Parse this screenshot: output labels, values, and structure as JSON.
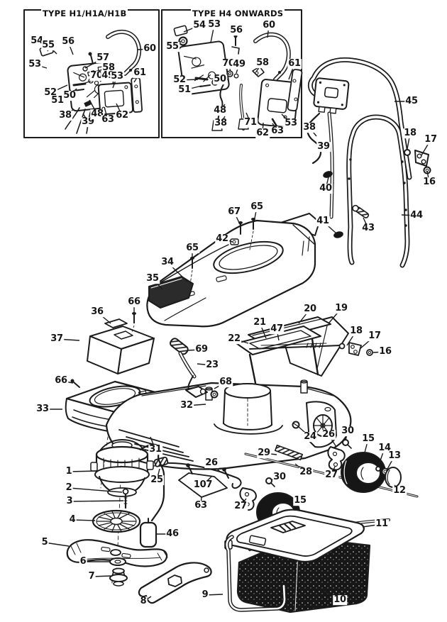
{
  "figure": {
    "type": "exploded-parts-diagram",
    "subject": "electric lawn mower parts diagram",
    "bg_color": "#ffffff",
    "ink_color": "#1b1b1b",
    "dark_fill": "#161616",
    "insets": [
      {
        "title": "TYPE H1/H1A/H1B"
      },
      {
        "title": "TYPE H4 ONWARDS"
      }
    ]
  },
  "callouts": [
    [
      "54",
      52,
      58,
      68,
      72
    ],
    [
      "55",
      68,
      64,
      80,
      76
    ],
    [
      "56",
      96,
      59,
      103,
      77
    ],
    [
      "53",
      49,
      91,
      66,
      96
    ],
    [
      "57",
      145,
      82,
      120,
      96
    ],
    [
      "58",
      153,
      96,
      126,
      103
    ],
    [
      "60",
      211,
      69,
      194,
      70
    ],
    [
      "70",
      136,
      107,
      128,
      113
    ],
    [
      "49",
      152,
      107,
      141,
      115
    ],
    [
      "53",
      165,
      108,
      159,
      124
    ],
    [
      "61",
      197,
      103,
      189,
      116
    ],
    [
      "52",
      71,
      131,
      95,
      120
    ],
    [
      "51",
      81,
      142,
      100,
      127
    ],
    [
      "50",
      98,
      135,
      108,
      125
    ],
    [
      "38",
      92,
      163,
      104,
      154
    ],
    [
      "39",
      124,
      172,
      117,
      160
    ],
    [
      "48",
      137,
      161,
      126,
      141
    ],
    [
      "63",
      152,
      169,
      147,
      151
    ],
    [
      "62",
      172,
      163,
      164,
      146
    ],
    [
      "54",
      281,
      36,
      259,
      45
    ],
    [
      "53",
      302,
      35,
      297,
      60
    ],
    [
      "56",
      333,
      43,
      332,
      58
    ],
    [
      "60",
      379,
      36,
      377,
      53
    ],
    [
      "55",
      243,
      66,
      256,
      58
    ],
    [
      "70",
      322,
      90,
      325,
      101
    ],
    [
      "49",
      337,
      91,
      333,
      103
    ],
    [
      "58",
      370,
      89,
      361,
      101
    ],
    [
      "61",
      415,
      90,
      407,
      112
    ],
    [
      "52",
      253,
      113,
      279,
      112
    ],
    [
      "51",
      260,
      127,
      284,
      121
    ],
    [
      "50",
      310,
      112,
      301,
      116
    ],
    [
      "48",
      310,
      156,
      317,
      147
    ],
    [
      "38",
      311,
      174,
      317,
      164
    ],
    [
      "71",
      353,
      173,
      347,
      159
    ],
    [
      "62",
      370,
      188,
      371,
      173
    ],
    [
      "63",
      391,
      185,
      384,
      174
    ],
    [
      "53",
      410,
      174,
      397,
      161
    ],
    [
      "45",
      580,
      143,
      556,
      143
    ],
    [
      "18",
      578,
      188,
      574,
      210
    ],
    [
      "17",
      607,
      197,
      594,
      219
    ],
    [
      "16",
      605,
      257,
      602,
      241
    ],
    [
      "38",
      436,
      180,
      446,
      192
    ],
    [
      "39",
      456,
      207,
      466,
      205
    ],
    [
      "40",
      459,
      266,
      463,
      250
    ],
    [
      "41",
      455,
      312,
      474,
      329
    ],
    [
      "43",
      519,
      322,
      512,
      307
    ],
    [
      "44",
      587,
      304,
      566,
      303
    ],
    [
      "67",
      330,
      299,
      339,
      318
    ],
    [
      "65",
      362,
      292,
      358,
      313
    ],
    [
      "42",
      313,
      337,
      328,
      341
    ],
    [
      "65",
      271,
      350,
      271,
      368
    ],
    [
      "34",
      236,
      370,
      264,
      397
    ],
    [
      "35",
      215,
      393,
      229,
      408
    ],
    [
      "66",
      189,
      426,
      189,
      444
    ],
    [
      "36",
      137,
      440,
      156,
      456
    ],
    [
      "37",
      80,
      478,
      112,
      480
    ],
    [
      "66",
      86,
      537,
      103,
      540
    ],
    [
      "33",
      60,
      577,
      88,
      577
    ],
    [
      "31",
      219,
      634,
      212,
      616
    ],
    [
      "20",
      437,
      436,
      421,
      456
    ],
    [
      "19",
      481,
      435,
      463,
      456
    ],
    [
      "18",
      502,
      467,
      489,
      487
    ],
    [
      "17",
      528,
      474,
      507,
      492
    ],
    [
      "16",
      543,
      496,
      526,
      497
    ],
    [
      "21",
      366,
      455,
      375,
      477
    ],
    [
      "47",
      390,
      464,
      393,
      480
    ],
    [
      "22",
      330,
      478,
      350,
      484
    ],
    [
      "69",
      284,
      493,
      264,
      494
    ],
    [
      "23",
      299,
      515,
      278,
      513
    ],
    [
      "68",
      318,
      539,
      302,
      548
    ],
    [
      "32",
      263,
      572,
      290,
      570
    ],
    [
      "24",
      437,
      616,
      421,
      602
    ],
    [
      "26",
      463,
      613,
      474,
      630
    ],
    [
      "30",
      490,
      608,
      487,
      621
    ],
    [
      "15",
      519,
      619,
      513,
      642
    ],
    [
      "14",
      542,
      632,
      533,
      658
    ],
    [
      "13",
      556,
      643,
      545,
      663
    ],
    [
      "12",
      563,
      692,
      556,
      684
    ],
    [
      "29",
      372,
      639,
      390,
      641
    ],
    [
      "28",
      431,
      666,
      416,
      654
    ],
    [
      "27",
      467,
      670,
      472,
      658
    ],
    [
      "30",
      394,
      673,
      382,
      677
    ],
    [
      "27",
      339,
      714,
      347,
      703
    ],
    [
      "15",
      423,
      706,
      405,
      708
    ],
    [
      "26",
      298,
      653,
      311,
      666
    ],
    [
      "25",
      221,
      677,
      225,
      661
    ],
    [
      "107",
      286,
      684,
      299,
      671
    ],
    [
      "63",
      283,
      713,
      284,
      701
    ],
    [
      "1",
      97,
      665,
      138,
      664
    ],
    [
      "2",
      97,
      688,
      172,
      694
    ],
    [
      "3",
      98,
      707,
      174,
      706
    ],
    [
      "4",
      102,
      733,
      134,
      734
    ],
    [
      "5",
      63,
      765,
      97,
      770
    ],
    [
      "6",
      117,
      792,
      156,
      792
    ],
    [
      "7",
      129,
      813,
      156,
      812
    ],
    [
      "8",
      202,
      848,
      213,
      841
    ],
    [
      "46",
      243,
      753,
      221,
      753
    ],
    [
      "9",
      289,
      839,
      314,
      838
    ],
    [
      "10",
      479,
      846,
      456,
      833
    ],
    [
      "11",
      538,
      739,
      511,
      743
    ]
  ]
}
